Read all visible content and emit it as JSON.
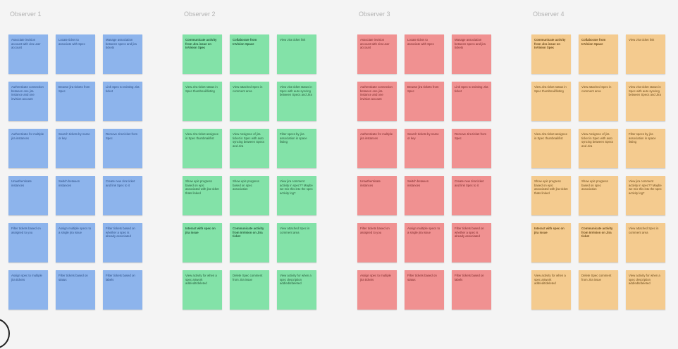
{
  "colors": {
    "background": "#f4f4f4",
    "observer_1": "#8db4ec",
    "observer_2": "#83e2a8",
    "observer_3": "#f09191",
    "observer_4": "#f4cb8f"
  },
  "observers": [
    {
      "title": "Observer 1",
      "notes": [
        {
          "text": "Associate invision account with Jira user account",
          "bold": false
        },
        {
          "text": "Locate ticket to associate with Spec",
          "bold": false
        },
        {
          "text": "Manage association between specs and jira tickets",
          "bold": false
        },
        {
          "text": "Authenticate connection between one jira instance and one invision account",
          "bold": false
        },
        {
          "text": "Browse jira tickets from Spec",
          "bold": false
        },
        {
          "text": "Link Spec to existing Jira ticket",
          "bold": false
        },
        {
          "text": "Authenticate for multiple jira instances",
          "bold": false
        },
        {
          "text": "Search tickets by name or key",
          "bold": false
        },
        {
          "text": "Remove Jira ticket from Spec",
          "bold": false
        },
        {
          "text": "Unauthenticate instances",
          "bold": false
        },
        {
          "text": "Switch between instances",
          "bold": false
        },
        {
          "text": "Create new Jira ticket and link Spec to it",
          "bold": false
        },
        {
          "text": "Filter tickets based on assigned to you",
          "bold": false
        },
        {
          "text": "Assign multiple specs to a single jira issue",
          "bold": false
        },
        {
          "text": "Filter tickets based on whether a spec is already associated",
          "bold": false
        },
        {
          "text": "Assign spec to multiple jira tickets",
          "bold": false
        },
        {
          "text": "Filter tickets based on status",
          "bold": false
        },
        {
          "text": "Filter tickets based on labels",
          "bold": false
        }
      ]
    },
    {
      "title": "Observer 2",
      "notes": [
        {
          "text": "Communicate activity from Jira issue on InVision Spec",
          "bold": true
        },
        {
          "text": "Collaborate from InVision Space",
          "bold": true
        },
        {
          "text": "View Jira ticket link",
          "bold": false
        },
        {
          "text": "View Jira ticket status in Spec thumbnail/listing",
          "bold": false
        },
        {
          "text": "View attached Spec in comment area",
          "bold": false
        },
        {
          "text": "View Jira ticket status in Spec with auto syncing between Specs and Jira",
          "bold": false
        },
        {
          "text": "View Jira ticket assignee in Spec thumbnail/list",
          "bold": false
        },
        {
          "text": "View Assignee of jira ticket in Spec with auto syncing between Specs and Jira",
          "bold": false
        },
        {
          "text": "Filter specs by jira association in space listing",
          "bold": false
        },
        {
          "text": "Show epic progress based on epic associated with jira ticket thats linked",
          "bold": false
        },
        {
          "text": "Show epic progress based on spec association",
          "bold": false
        },
        {
          "text": "View jira comment activity in spec?? Maybe we mix this into the spec activity log?",
          "bold": false
        },
        {
          "text": "Interact with spec on jira issue",
          "bold": true
        },
        {
          "text": "Communicate activity from InVision on Jira ticket",
          "bold": true
        },
        {
          "text": "View attached Spec in comment area",
          "bold": false
        },
        {
          "text": "View activity for when a spec artwork add/edit/deleted",
          "bold": false
        },
        {
          "text": "Delete Spec comment from Jira issue",
          "bold": false
        },
        {
          "text": "View activity for when a spec description add/edit/deleted",
          "bold": false
        }
      ]
    },
    {
      "title": "Observer 3",
      "notes": [
        {
          "text": "Associate invision account with Jira user account",
          "bold": false
        },
        {
          "text": "Locate ticket to associate with Spec",
          "bold": false
        },
        {
          "text": "Manage association between specs and jira tickets",
          "bold": false
        },
        {
          "text": "Authenticate connection between one jira instance and one invision account",
          "bold": false
        },
        {
          "text": "Browse jira tickets from Spec",
          "bold": false
        },
        {
          "text": "Link Spec to existing Jira ticket",
          "bold": false
        },
        {
          "text": "Authenticate for multiple jira instances",
          "bold": false
        },
        {
          "text": "Search tickets by name or key",
          "bold": false
        },
        {
          "text": "Remove Jira ticket from Spec",
          "bold": false
        },
        {
          "text": "Unauthenticate instances",
          "bold": false
        },
        {
          "text": "Switch between instances",
          "bold": false
        },
        {
          "text": "Create new Jira ticket and link Spec to it",
          "bold": false
        },
        {
          "text": "Filter tickets based on assigned to you",
          "bold": false
        },
        {
          "text": "Assign multiple specs to a single jira issue",
          "bold": false
        },
        {
          "text": "Filter tickets based on whether a spec is already associated",
          "bold": false
        },
        {
          "text": "Assign spec to multiple jira tickets",
          "bold": false
        },
        {
          "text": "Filter tickets based on status",
          "bold": false
        },
        {
          "text": "Filter tickets based on labels",
          "bold": false
        }
      ]
    },
    {
      "title": "Observer 4",
      "notes": [
        {
          "text": "Communicate activity from Jira issue on InVision Spec",
          "bold": true
        },
        {
          "text": "Collaborate from InVision Space",
          "bold": true
        },
        {
          "text": "View Jira ticket link",
          "bold": false
        },
        {
          "text": "View Jira ticket status in Spec thumbnail/listing",
          "bold": false
        },
        {
          "text": "View attached Spec in comment area",
          "bold": false
        },
        {
          "text": "View Jira ticket status in Spec with auto syncing between Specs and Jira",
          "bold": false
        },
        {
          "text": "View Jira ticket assignee in Spec thumbnail/list",
          "bold": false
        },
        {
          "text": "View Assignee of jira ticket in Spec with auto syncing between Specs and Jira",
          "bold": false
        },
        {
          "text": "Filter specs by jira association in space listing",
          "bold": false
        },
        {
          "text": "Show epic progress based on epic associated with jira ticket thats linked",
          "bold": false
        },
        {
          "text": "Show epic progress based on spec association",
          "bold": false
        },
        {
          "text": "View jira comment activity in spec?? Maybe we mix this into the spec activity log?",
          "bold": false
        },
        {
          "text": "Interact with spec on jira issue",
          "bold": true
        },
        {
          "text": "Communicate activity from InVision on Jira ticket",
          "bold": true
        },
        {
          "text": "View attached Spec in comment area",
          "bold": false
        },
        {
          "text": "View activity for when a spec artwork add/edit/deleted",
          "bold": false
        },
        {
          "text": "Delete Spec comment from Jira issue",
          "bold": false
        },
        {
          "text": "View activity for when a spec description add/edit/deleted",
          "bold": false
        }
      ]
    }
  ]
}
